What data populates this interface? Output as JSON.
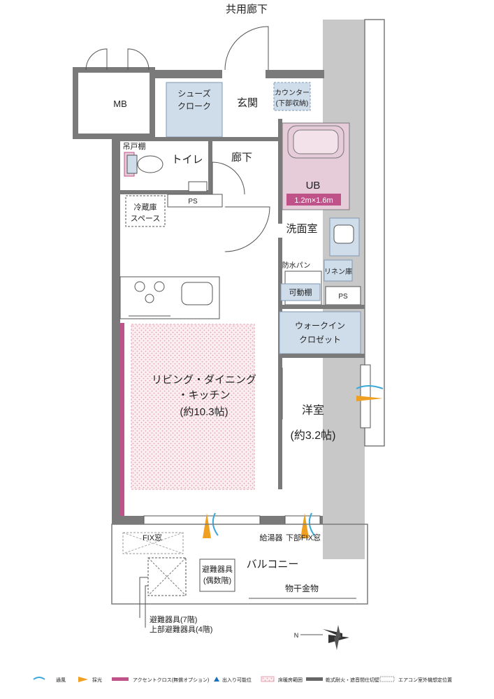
{
  "header": {
    "corridor": "共用廊下"
  },
  "rooms": {
    "mb": "MB",
    "shoe_cloak_1": "シューズ",
    "shoe_cloak_2": "クローク",
    "entrance": "玄関",
    "counter_1": "カウンター",
    "counter_2": "(下部収納)",
    "hanging_shelf": "吊戸棚",
    "toilet": "トイレ",
    "hallway": "廊下",
    "ub": "UB",
    "ub_size": "1.2m×1.6m",
    "ps_top": "PS",
    "fridge_1": "冷蔵庫",
    "fridge_2": "スペース",
    "washroom": "洗面室",
    "waterproof_pan": "防水パン",
    "linen": "リネン庫",
    "movable_shelf": "可動棚",
    "ps_right": "PS",
    "walkin_1": "ウォークイン",
    "walkin_2": "クロゼット",
    "ldk_1": "リビング・ダイニング",
    "ldk_2": "・キッチン",
    "ldk_3": "(約10.3帖)",
    "western_1": "洋室",
    "western_2": "(約3.2帖)",
    "fix_window_left": "FIX窓",
    "water_heater": "給湯器",
    "fix_window_right": "下部FIX窓",
    "balcony": "バルコニー",
    "evac_1": "避難器具",
    "evac_2": "(偶数階)",
    "drying": "物干金物",
    "note_1": "避難器具(7階)",
    "note_2": "上部避難器具(4階)"
  },
  "compass": {
    "label": "N"
  },
  "legend": [
    {
      "name": "legend-ventilation",
      "label": "通風",
      "color": "#3aa8d8"
    },
    {
      "name": "legend-lighting",
      "label": "採光",
      "color": "#f0a020"
    },
    {
      "name": "legend-accent-cloth",
      "label": "アクセントクロス(無償オプション)",
      "color": "#c0528a"
    },
    {
      "name": "legend-entry",
      "label": "出入り可能位",
      "color": "#1f6fb8"
    },
    {
      "name": "legend-floor-heating",
      "label": "床暖房範囲",
      "color": "#e8a0b0"
    },
    {
      "name": "legend-firewall",
      "label": "乾式耐火・遮音間仕切壁",
      "color": "#666666"
    },
    {
      "name": "legend-aircon",
      "label": "エアコン室外機想定位置",
      "color": "#999999"
    }
  ],
  "colors": {
    "wall": "#7a7a7a",
    "storage": "#cfdce9",
    "bath": "#e6cbd8",
    "accent": "#c0528a",
    "floor_heat": "#f0c8d2"
  }
}
